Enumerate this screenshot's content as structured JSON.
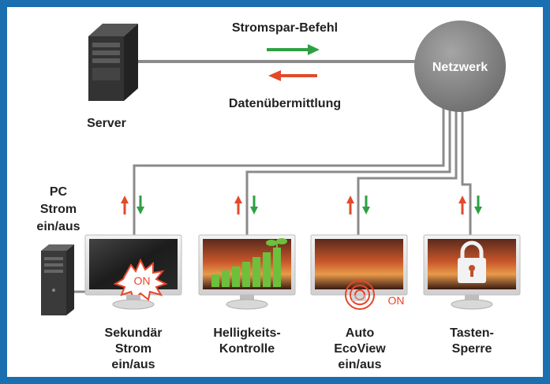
{
  "top_labels": {
    "command": "Stromspar-Befehl",
    "data": "Datenübermittlung",
    "server": "Server",
    "network": "Netzwerk"
  },
  "pc_label": [
    "PC",
    "Strom",
    "ein/aus"
  ],
  "monitors": [
    {
      "id": "secondary-power",
      "badge": "ON",
      "caption": [
        "Sekundär",
        "Strom",
        "ein/aus"
      ]
    },
    {
      "id": "brightness",
      "caption": [
        "Helligkeits-",
        "Kontrolle"
      ]
    },
    {
      "id": "auto-ecoview",
      "badge": "ON",
      "caption": [
        "Auto",
        "EcoView",
        "ein/aus"
      ]
    },
    {
      "id": "key-lock",
      "caption": [
        "Tasten-",
        "Sperre"
      ]
    }
  ],
  "colors": {
    "frame": "#1a6fb0",
    "background": "#ffffff",
    "line": "#8b8b8b",
    "arrow_green": "#2ea043",
    "arrow_red": "#e24a2a",
    "network": "#7f7f7f",
    "badge_red": "#e8452a"
  }
}
